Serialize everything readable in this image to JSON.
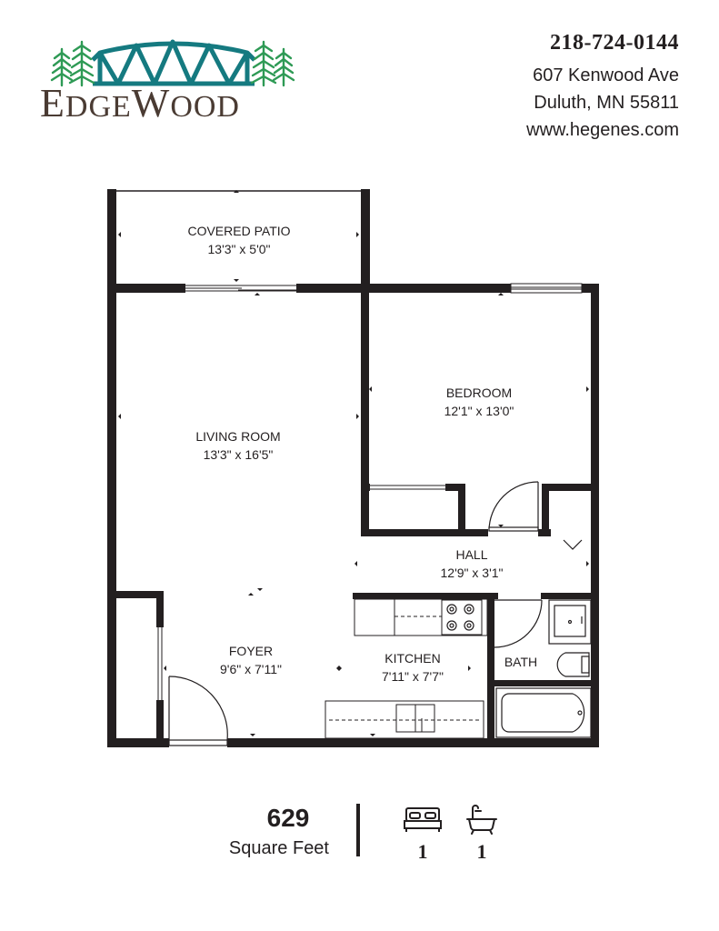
{
  "brand": {
    "name_parts": [
      "E",
      "DGE",
      "W",
      "OOD"
    ],
    "colors": {
      "bridge": "#157a80",
      "trees": "#2e9a55",
      "text": "#4a3b33"
    },
    "icons": [
      "bridge-icon",
      "pine-tree-icon"
    ]
  },
  "contact": {
    "phone": "218-724-0144",
    "address_line1": "607 Kenwood Ave",
    "address_line2": "Duluth, MN  55811",
    "website": "www.hegenes.com"
  },
  "rooms": {
    "patio": {
      "name": "COVERED PATIO",
      "size": "13'3\" x 5'0\""
    },
    "living": {
      "name": "LIVING ROOM",
      "size": "13'3\" x 16'5\""
    },
    "bedroom": {
      "name": "BEDROOM",
      "size": "12'1\" x 13'0\""
    },
    "hall": {
      "name": "HALL",
      "size": "12'9\" x 3'1\""
    },
    "foyer": {
      "name": "FOYER",
      "size": "9'6\" x 7'11\""
    },
    "kitchen": {
      "name": "KITCHEN",
      "size": "7'11\" x 7'7\""
    },
    "bath": {
      "name": "BATH"
    }
  },
  "summary": {
    "square_feet": "629",
    "square_feet_label": "Square Feet",
    "bedrooms": "1",
    "bathrooms": "1",
    "icons": [
      "bed-icon",
      "bathtub-icon"
    ]
  }
}
